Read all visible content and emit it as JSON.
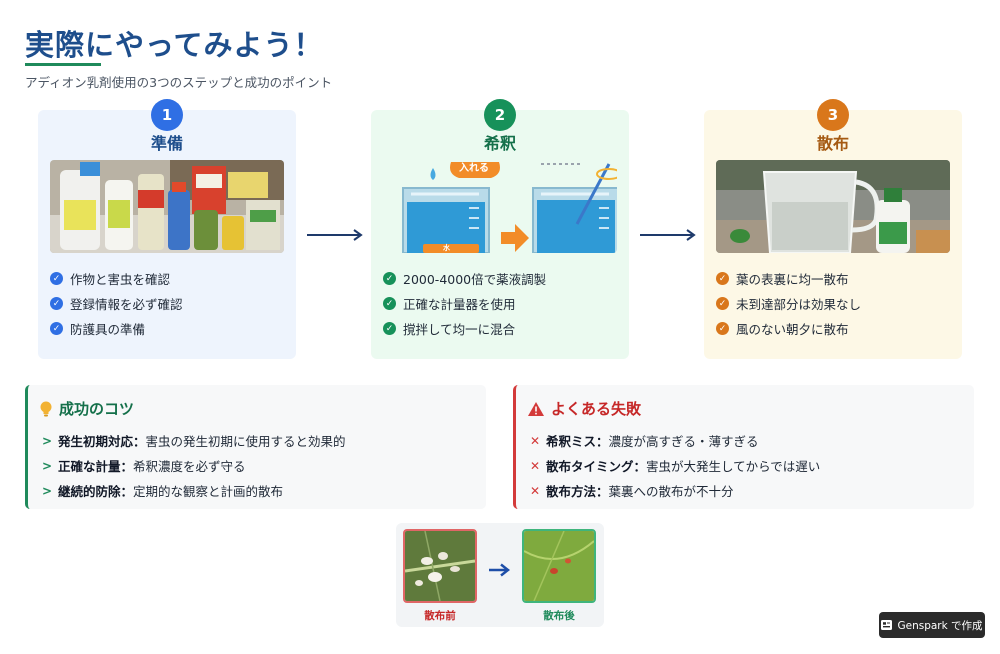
{
  "header": {
    "title": "実際にやってみよう！",
    "subtitle": "アディオン乳剤使用の3つのステップと成功のポイント"
  },
  "steps": [
    {
      "number": "1",
      "title": "準備",
      "items": [
        "作物と害虫を確認",
        "登録情報を必ず確認",
        "防護具の準備"
      ],
      "accent": "#2f6fe4"
    },
    {
      "number": "2",
      "title": "希釈",
      "image_text": {
        "callout": "入れる",
        "tag": "水"
      },
      "items": [
        "2000-4000倍で薬液調製",
        "正確な計量器を使用",
        "撹拌して均一に混合"
      ],
      "accent": "#17915a"
    },
    {
      "number": "3",
      "title": "散布",
      "items": [
        "葉の表裏に均一散布",
        "未到達部分は効果なし",
        "風のない朝夕に散布"
      ],
      "accent": "#d9771b"
    }
  ],
  "success": {
    "heading": "成功のコツ",
    "items": [
      {
        "label": "発生初期対応：",
        "text": "害虫の発生初期に使用すると効果的"
      },
      {
        "label": "正確な計量：",
        "text": "希釈濃度を必ず守る"
      },
      {
        "label": "継続的防除：",
        "text": "定期的な観察と計画的散布"
      }
    ]
  },
  "failure": {
    "heading": "よくある失敗",
    "items": [
      {
        "label": "希釈ミス：",
        "text": "濃度が高すぎる・薄すぎる"
      },
      {
        "label": "散布タイミング：",
        "text": "害虫が大発生してからでは遅い"
      },
      {
        "label": "散布方法：",
        "text": "葉裏への散布が不十分"
      }
    ]
  },
  "comparison": {
    "before_label": "散布前",
    "after_label": "散布後"
  },
  "footer": {
    "genspark_label": "Genspark で作成"
  }
}
